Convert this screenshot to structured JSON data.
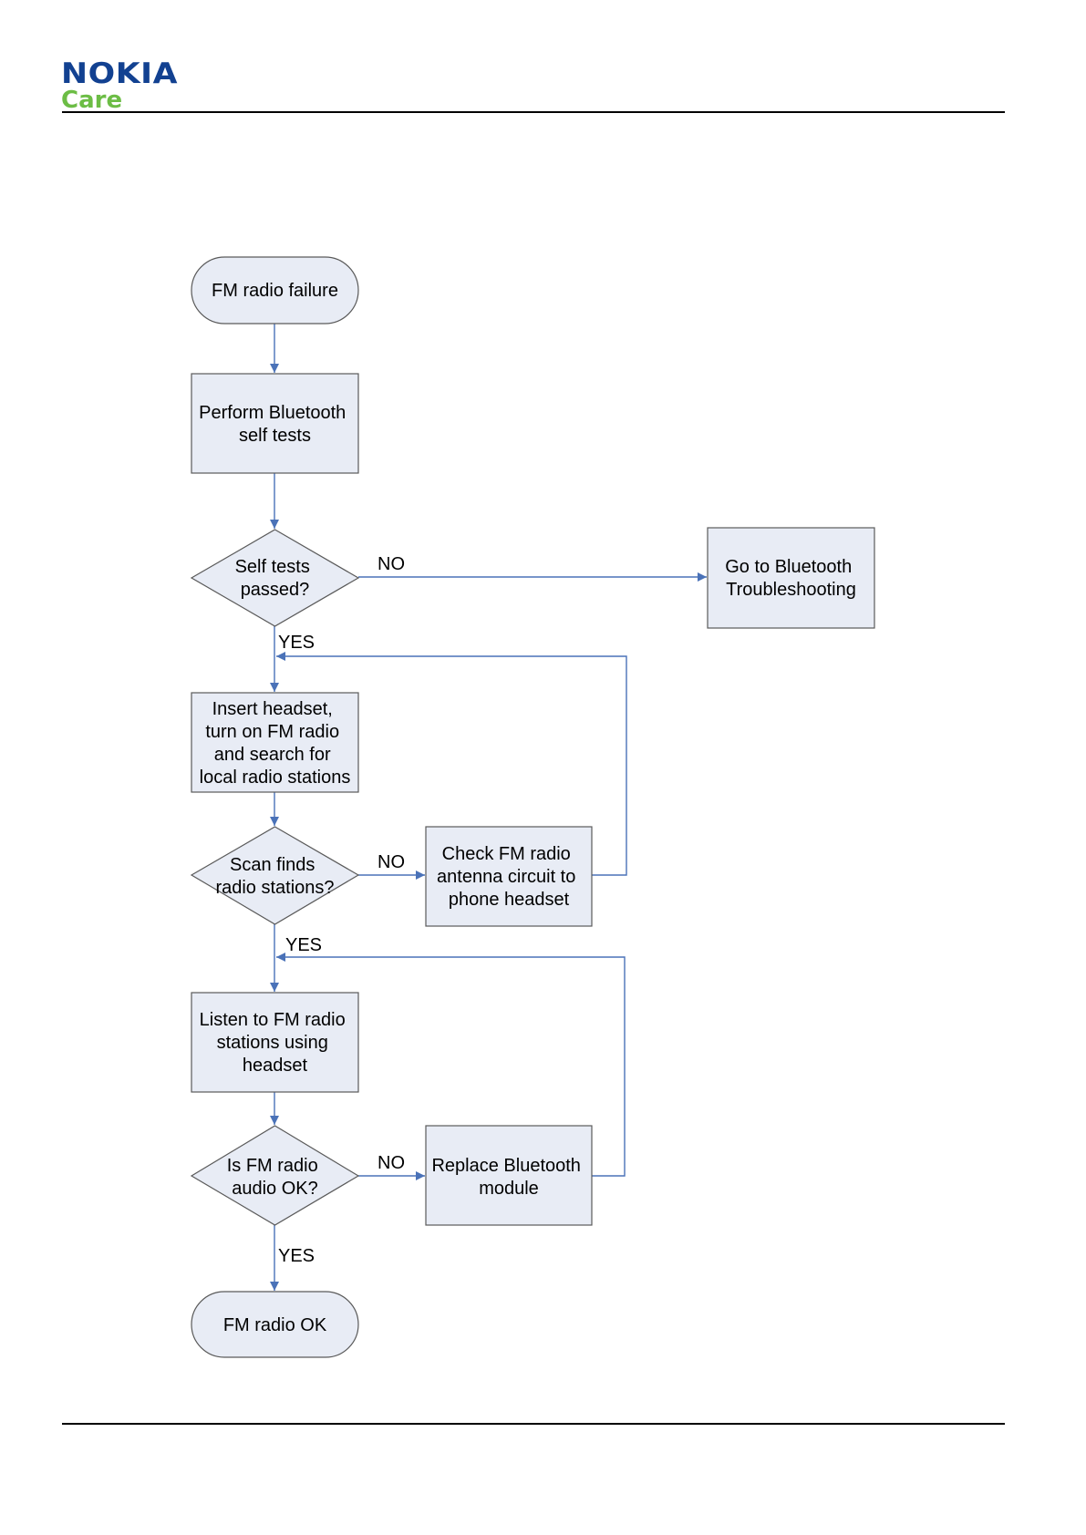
{
  "header": {
    "brand": "NOKIA",
    "sub_brand": "Care"
  },
  "colors": {
    "brand_blue": "#124191",
    "brand_green": "#6cbd45",
    "node_fill": "#e8ecf5",
    "connector": "#4a72b8"
  },
  "flowchart": {
    "nodes": {
      "start": [
        "FM radio failure"
      ],
      "self_tests": [
        "Perform Bluetooth",
        "self tests"
      ],
      "tests_passed": [
        "Self tests",
        "passed?"
      ],
      "bt_troubleshooting": [
        "Go to Bluetooth",
        "Troubleshooting"
      ],
      "insert_headset": [
        "Insert headset,",
        "turn on FM radio",
        "and search for",
        "local radio stations"
      ],
      "scan_finds": [
        "Scan finds",
        "radio stations?"
      ],
      "check_antenna": [
        "Check FM radio",
        "antenna circuit to",
        "phone headset"
      ],
      "listen": [
        "Listen to FM radio",
        "stations using",
        "headset"
      ],
      "audio_ok": [
        "Is FM radio",
        "audio OK?"
      ],
      "replace_bt": [
        "Replace Bluetooth",
        "module"
      ],
      "end": [
        "FM radio OK"
      ]
    },
    "edge_labels": {
      "tests_no": "NO",
      "tests_yes": "YES",
      "scan_no": "NO",
      "scan_yes": "YES",
      "audio_no": "NO",
      "audio_yes": "YES"
    }
  }
}
